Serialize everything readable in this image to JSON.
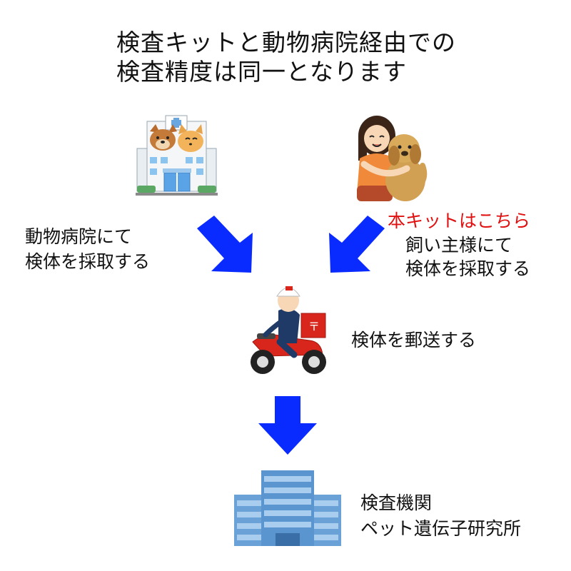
{
  "title": {
    "line1": "検査キットと動物病院経由での",
    "line2": "検査精度は同一となります"
  },
  "left_branch": {
    "line1": "動物病院にて",
    "line2": "検体を採取する"
  },
  "right_branch": {
    "highlight": "本キットはこちら",
    "line1": "飼い主様にて",
    "line2": "検体を採取する"
  },
  "mail_step": {
    "label": "検体を郵送する"
  },
  "lab": {
    "line1": "検査機関",
    "line2": "ペット遺伝子研究所"
  },
  "colors": {
    "arrow": "#0a2bff",
    "highlight_text": "#e01010"
  },
  "icons": [
    "animal-hospital-icon",
    "owner-hugging-dog-icon",
    "postal-scooter-courier-icon",
    "lab-building-icon"
  ]
}
